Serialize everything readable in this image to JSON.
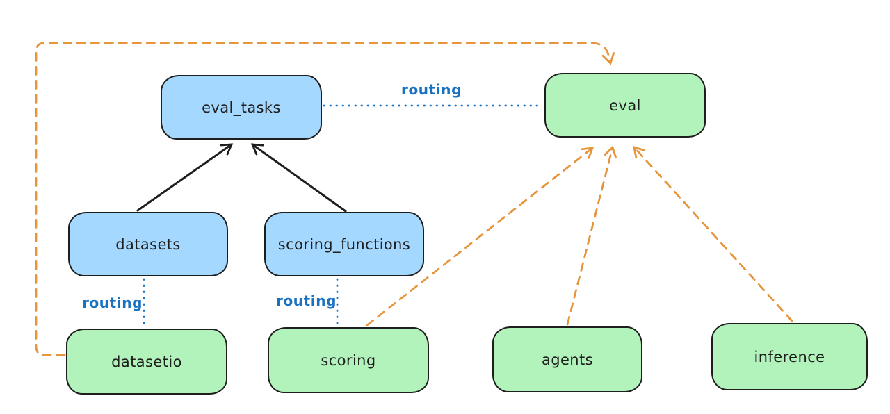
{
  "diagram_type": "architecture-flowchart",
  "colors": {
    "canvas_background": "#ffffff",
    "node_stroke": "#1e1e1e",
    "registry_fill_blue": "#a5d8ff",
    "api_fill_green": "#b2f2bb",
    "routing_blue": "#1971c2",
    "provider_orange": "#e6953b",
    "solid_arrow_black": "#1e1e1e"
  },
  "nodes": {
    "eval_tasks": {
      "label": "eval_tasks",
      "fill": "#a5d8ff"
    },
    "eval": {
      "label": "eval",
      "fill": "#b2f2bb"
    },
    "datasets": {
      "label": "datasets",
      "fill": "#a5d8ff"
    },
    "scoring_functions": {
      "label": "scoring_functions",
      "fill": "#a5d8ff"
    },
    "datasetio": {
      "label": "datasetio",
      "fill": "#b2f2bb"
    },
    "scoring": {
      "label": "scoring",
      "fill": "#b2f2bb"
    },
    "agents": {
      "label": "agents",
      "fill": "#b2f2bb"
    },
    "inference": {
      "label": "inference",
      "fill": "#b2f2bb"
    }
  },
  "edges": [
    {
      "from": "datasets",
      "to": "eval_tasks",
      "style": "solid",
      "color": "#1e1e1e",
      "arrow": true,
      "label": ""
    },
    {
      "from": "scoring_functions",
      "to": "eval_tasks",
      "style": "solid",
      "color": "#1e1e1e",
      "arrow": true,
      "label": ""
    },
    {
      "from": "eval_tasks",
      "to": "eval",
      "style": "dotted",
      "color": "#1971c2",
      "arrow": false,
      "label": "routing"
    },
    {
      "from": "datasets",
      "to": "datasetio",
      "style": "dotted",
      "color": "#1971c2",
      "arrow": false,
      "label": "routing"
    },
    {
      "from": "scoring_functions",
      "to": "scoring",
      "style": "dotted",
      "color": "#1971c2",
      "arrow": false,
      "label": "routing"
    },
    {
      "from": "datasetio",
      "to": "eval",
      "style": "dashed",
      "color": "#e6953b",
      "arrow": true,
      "label": ""
    },
    {
      "from": "scoring",
      "to": "eval",
      "style": "dashed",
      "color": "#e6953b",
      "arrow": true,
      "label": ""
    },
    {
      "from": "agents",
      "to": "eval",
      "style": "dashed",
      "color": "#e6953b",
      "arrow": true,
      "label": ""
    },
    {
      "from": "inference",
      "to": "eval",
      "style": "dashed",
      "color": "#e6953b",
      "arrow": true,
      "label": ""
    }
  ]
}
